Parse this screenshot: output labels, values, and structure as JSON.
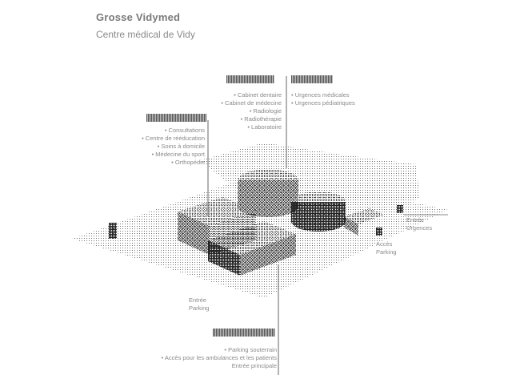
{
  "header": {
    "title": "Grosse Vidymed",
    "subtitle": "Centre médical de Vidy"
  },
  "groups": {
    "top_left": {
      "items": [
        "Cabinet dentaire",
        "Cabinet de médecine",
        "Radiologie",
        "Radiothérapie",
        "Laboratoire"
      ]
    },
    "top_right": {
      "items": [
        "Urgences médicales",
        "Urgences pédiatriques"
      ]
    },
    "left": {
      "items": [
        "Consultations",
        "Centre de rééducation",
        "Soins à domicile",
        "Médecine du sport",
        "Orthopédie"
      ]
    },
    "bottom": {
      "items": [
        "Parking souterrain",
        "Accès pour les ambulances et les patients",
        "Entrée principale"
      ]
    }
  },
  "labels": {
    "right_upper": [
      "Entrée",
      "Urgences"
    ],
    "right_lower": [
      "Accès",
      "Parking"
    ],
    "lower_left": [
      "Entrée",
      "Parking"
    ]
  },
  "colors": {
    "dots": "#555555",
    "line": "#666666",
    "text": "#8a8a8a"
  }
}
